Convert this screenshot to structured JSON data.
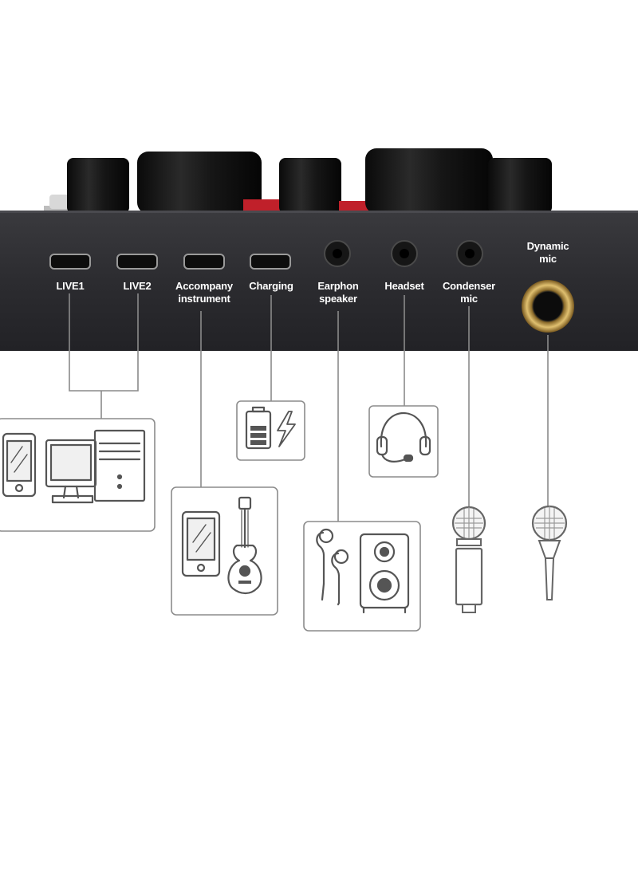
{
  "ports": {
    "live1": "LIVE1",
    "live2": "LIVE2",
    "accompany_line1": "Accompany",
    "accompany_line2": "instrument",
    "charging": "Charging",
    "earphone_line1": "Earphon",
    "earphone_line2": "speaker",
    "headset": "Headset",
    "condenser_line1": "Condenser",
    "condenser_line2": "mic",
    "dynamic_line1": "Dynamic",
    "dynamic_line2": "mic"
  },
  "icons": {
    "live_devices": [
      "phone-icon",
      "computer-icon"
    ],
    "accompany_devices": [
      "phone-icon",
      "guitar-icon"
    ],
    "charging": "battery-charging-icon",
    "earphone_devices": [
      "earphones-icon",
      "speaker-icon"
    ],
    "headset": "headset-icon",
    "condenser": "condenser-mic-icon",
    "dynamic": "dynamic-mic-icon"
  },
  "colors": {
    "device_body": "#2b2b2e",
    "knob": "#141414",
    "accent_red": "#c0202a",
    "jack_gold": "#c9a44a",
    "line": "#8a8a8a",
    "icon_stroke": "#555555"
  }
}
